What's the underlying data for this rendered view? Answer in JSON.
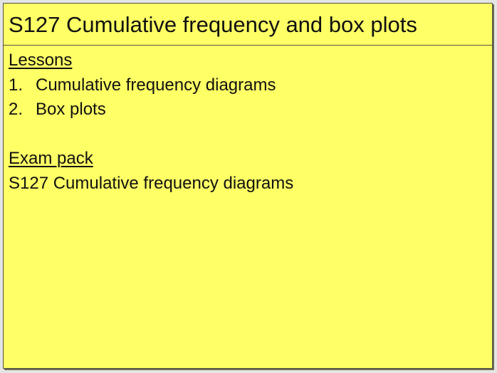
{
  "title": "S127 Cumulative frequency and box plots",
  "lessons": {
    "heading": "Lessons",
    "items": [
      {
        "number": "1.",
        "label": "Cumulative frequency diagrams"
      },
      {
        "number": "2.",
        "label": "Box plots"
      }
    ]
  },
  "exam_pack": {
    "heading": "Exam pack",
    "items": [
      {
        "label": "S127 Cumulative frequency diagrams"
      }
    ]
  },
  "colors": {
    "card_background": "#ffff66",
    "page_background": "#e4e4e4",
    "border": "#555544",
    "text": "#111111"
  }
}
